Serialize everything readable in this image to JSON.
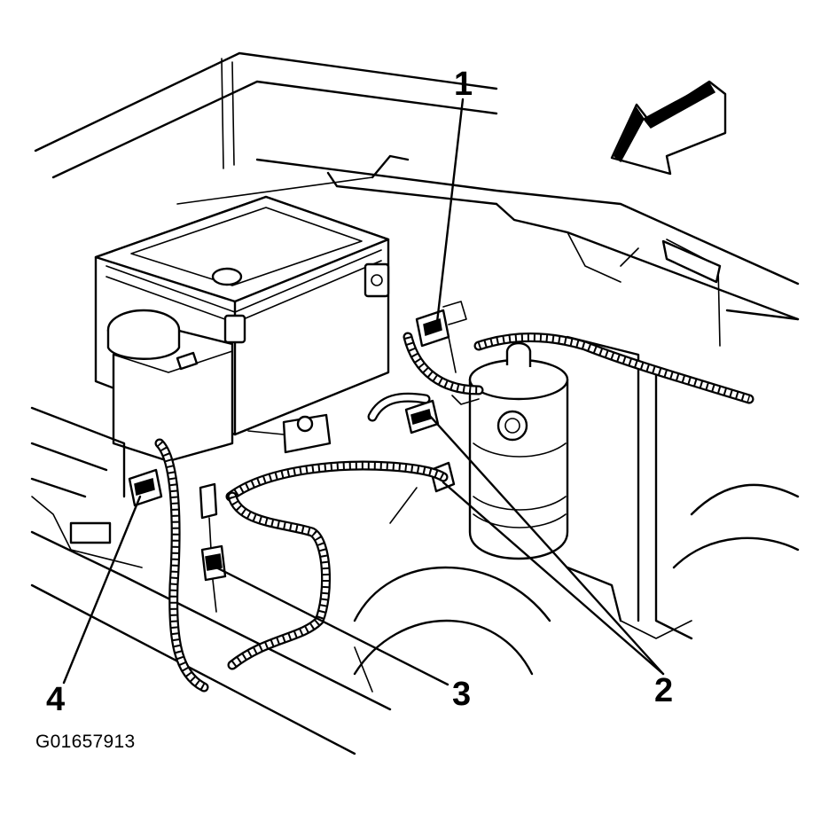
{
  "callouts": [
    {
      "number": "1",
      "target": "connector-upper"
    },
    {
      "number": "2",
      "target": "connectors-right"
    },
    {
      "number": "3",
      "target": "sensor-lower"
    },
    {
      "number": "4",
      "target": "connector-left"
    }
  ],
  "figure_id": "G01657913"
}
